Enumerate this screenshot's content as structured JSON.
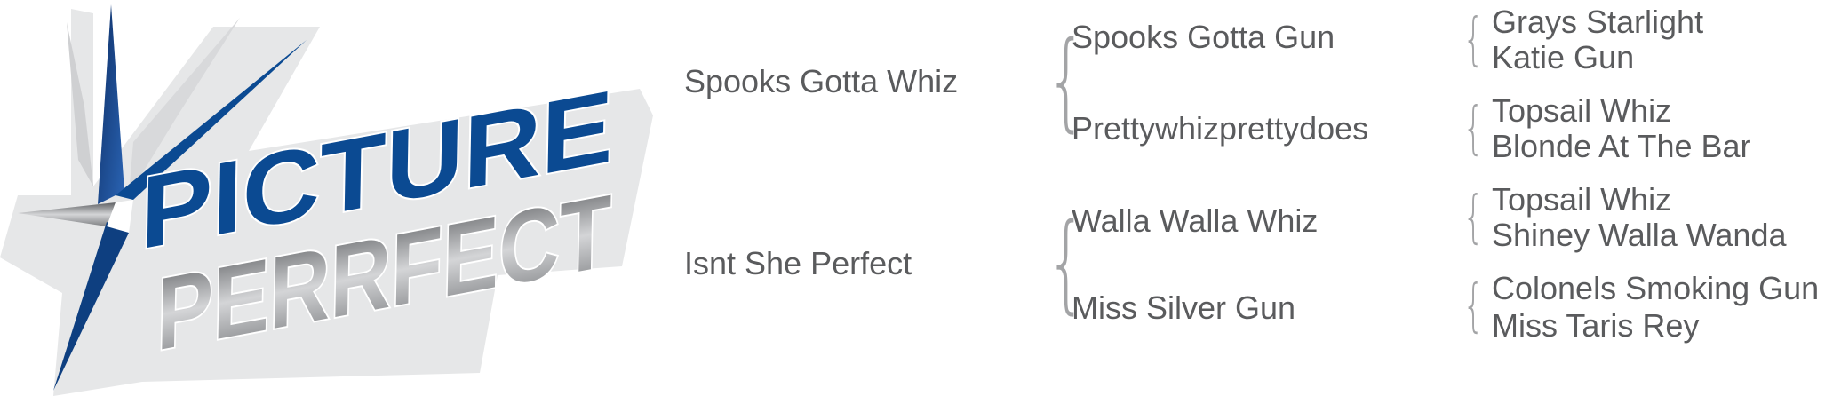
{
  "logo": {
    "line1": "PICTURE",
    "line2": "PERRFECT",
    "colors": {
      "blue": "#0b4a92",
      "silver": "#9a9c9f"
    }
  },
  "pedigree": {
    "sire": "Spooks Gotta Whiz",
    "dam": "Isnt She Perfect",
    "grandparents": [
      "Spooks Gotta Gun",
      "Prettywhizprettydoes",
      "Walla Walla Whiz",
      "Miss Silver Gun"
    ],
    "great_grandparents": [
      "Grays Starlight",
      "Katie Gun",
      "Topsail Whiz",
      "Blonde At The Bar",
      "Topsail Whiz",
      "Shiney Walla Wanda",
      "Colonels Smoking Gun",
      "Miss Taris Rey"
    ]
  }
}
